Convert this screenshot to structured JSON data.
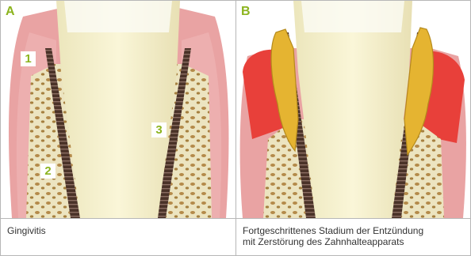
{
  "panels": [
    {
      "letter": "A",
      "caption": "Gingivitis",
      "labels": [
        "1",
        "2",
        "3"
      ]
    },
    {
      "letter": "B",
      "caption_line1": "Fortgeschrittenes Stadium der Entzündung",
      "caption_line2": "mit Zerstörung des Zahnhalteapparats"
    }
  ],
  "colors": {
    "label_green": "#8cb41e",
    "gum_pink": "#e9a3a3",
    "inflamed_gum": "#e8403a",
    "bone": "#ece4c0",
    "tooth": "#f5f0cc",
    "tartar": "#e5b431",
    "ligament": "#4a3228"
  },
  "icons": [
    "gum-tissue",
    "jaw-bone",
    "tooth-root",
    "tartar-deposit"
  ]
}
